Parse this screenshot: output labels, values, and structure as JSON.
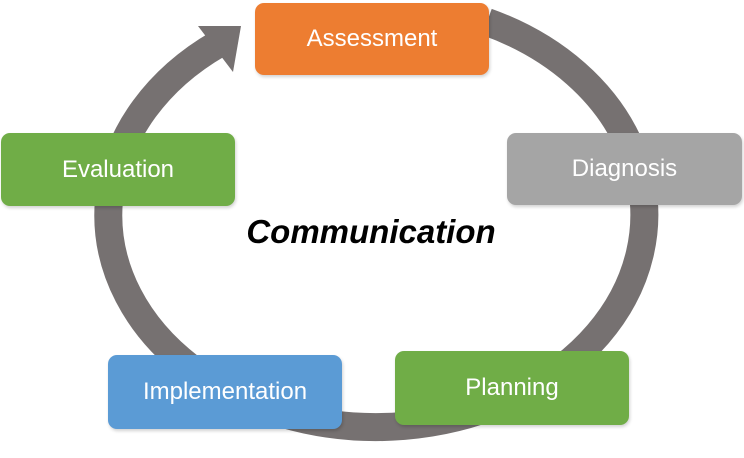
{
  "diagram": {
    "center_label": "Communication",
    "ring_color": "#767171",
    "steps": [
      {
        "label": "Assessment",
        "color": "#ED7D31"
      },
      {
        "label": "Diagnosis",
        "color": "#A5A5A5"
      },
      {
        "label": "Planning",
        "color": "#70AD47"
      },
      {
        "label": "Implementation",
        "color": "#5B9BD5"
      },
      {
        "label": "Evaluation",
        "color": "#70AD47"
      }
    ]
  }
}
